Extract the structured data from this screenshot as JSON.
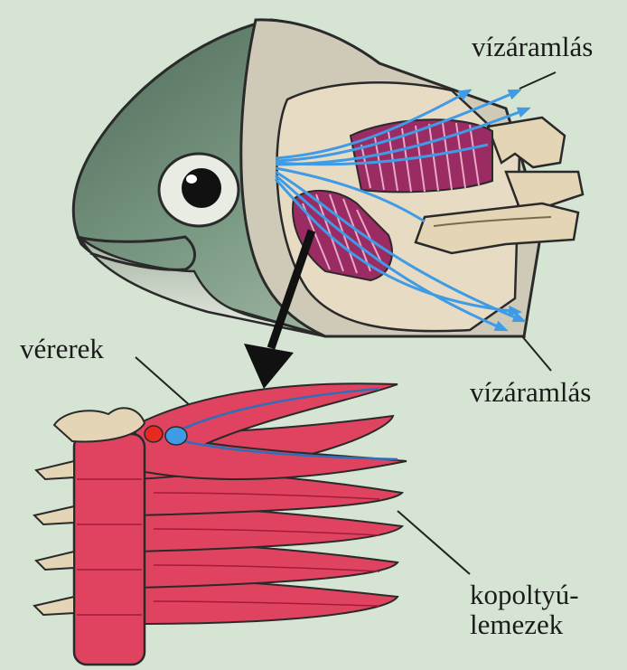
{
  "labels": {
    "water_flow_top": "vízáramlás",
    "blood_vessels": "vérerek",
    "water_flow_bottom": "vízáramlás",
    "gill_lamellae_line1": "kopoltyú-",
    "gill_lamellae_line2": "lemezek"
  },
  "colors": {
    "background": "#d6e4d3",
    "fish_skin": "#6f8f7a",
    "cut_surface": "#e6dcc6",
    "gill_purple": "#9a2b63",
    "gill_pink": "#e0435f",
    "water_arrow": "#3f9be6",
    "vessel_blue": "#2f6fb8"
  }
}
